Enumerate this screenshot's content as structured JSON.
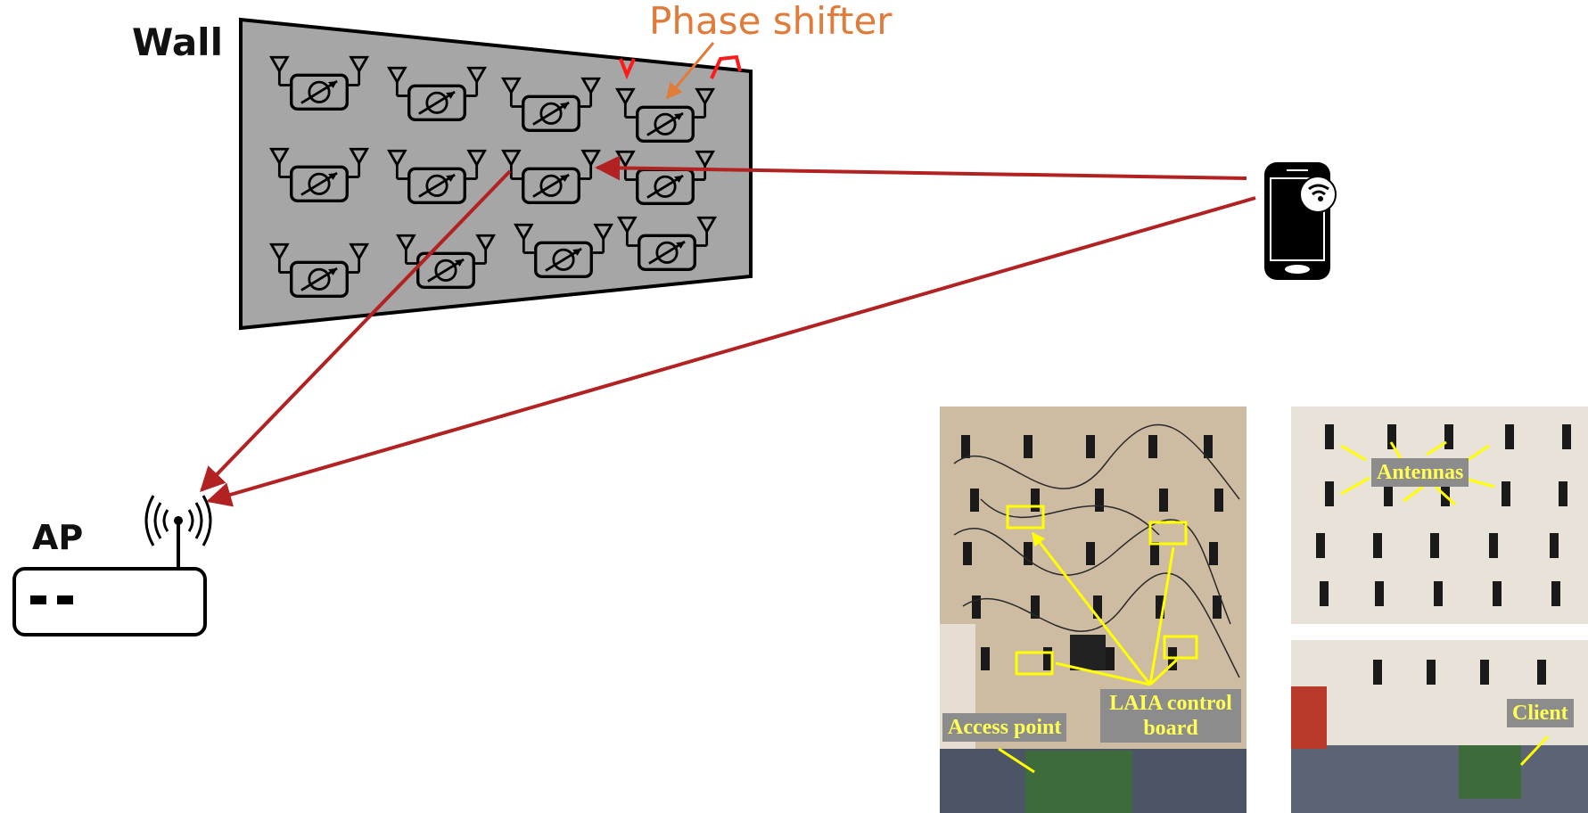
{
  "labels": {
    "wall": "Wall",
    "phase_shifter": "Phase shifter",
    "ap": "AP"
  },
  "photo_left": {
    "access_point": "Access point",
    "control_board": "LAIA control board"
  },
  "photo_right": {
    "antennas": "Antennas",
    "client": "Client"
  },
  "colors": {
    "signal": "#B22222",
    "wall_fill": "#A6A6A6",
    "phase_label": "#E07B39",
    "photo_label_text": "#FFFF55",
    "photo_label_bg": "#8C8C8C"
  },
  "icons": [
    "phase-shifter-element-icon",
    "phone-icon",
    "wifi-icon",
    "router-icon",
    "broadcast-icon"
  ]
}
